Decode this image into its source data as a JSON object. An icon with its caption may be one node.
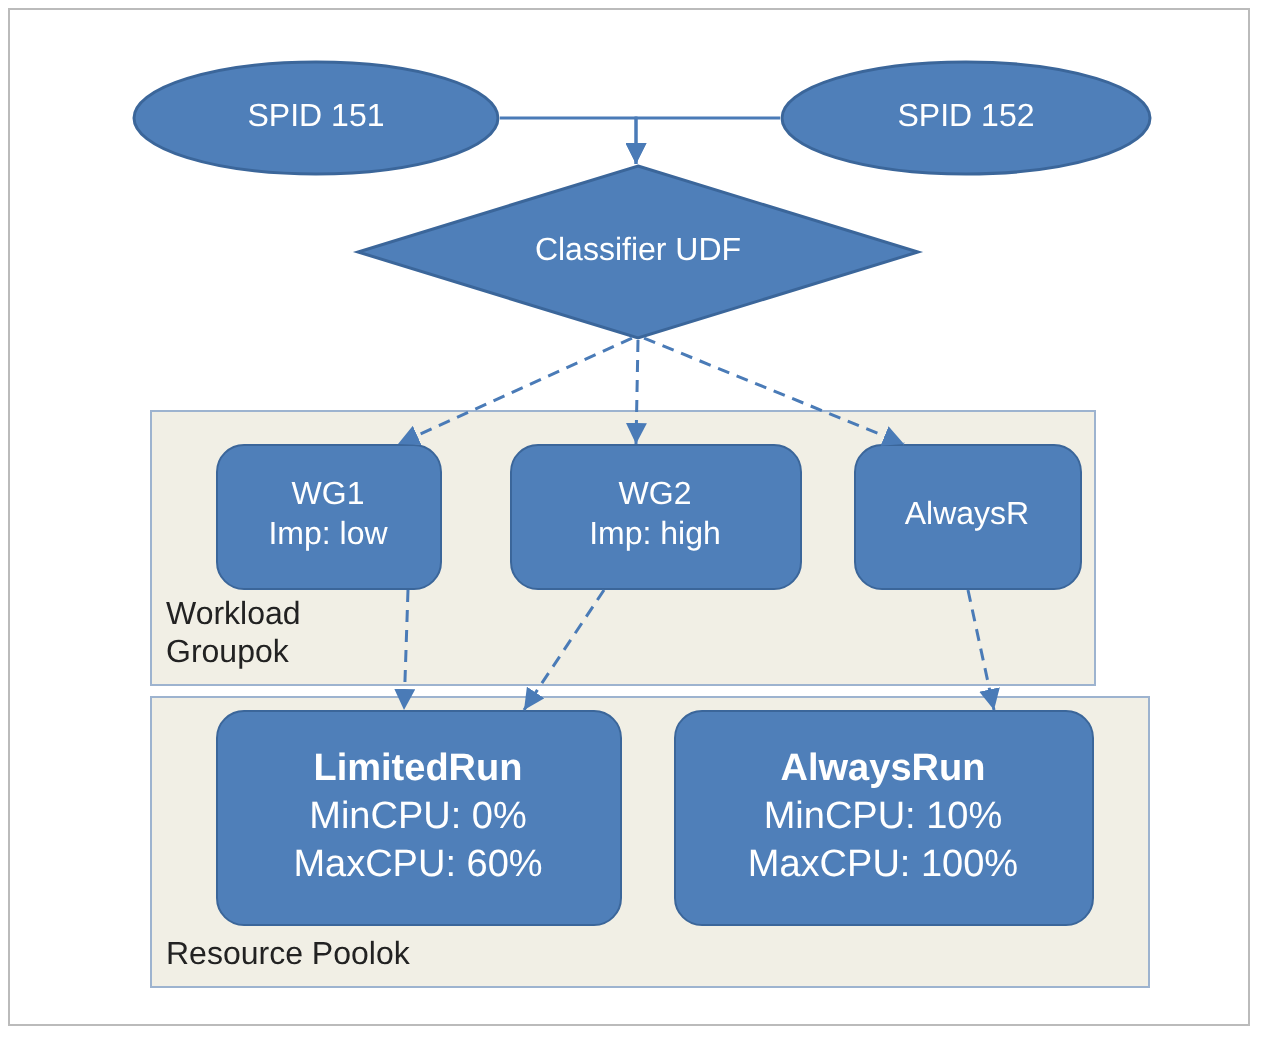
{
  "diagram": {
    "nodes": [
      {
        "text": [
          "SPID 151"
        ]
      },
      {
        "text": [
          "SPID 152"
        ]
      },
      {
        "text": [
          "Classifier UDF"
        ]
      },
      {
        "text": [
          "Workload Groupok"
        ]
      },
      {
        "text": [
          "WG1",
          "Imp: low"
        ],
        "in": 3
      },
      {
        "text": [
          "WG2",
          "Imp: high"
        ],
        "in": 3
      },
      {
        "text": [
          "AlwaysR"
        ],
        "in": 3
      },
      {
        "text": [
          "Resource Poolok"
        ]
      },
      {
        "text": [
          "LimitedRun",
          "MinCPU: 0%",
          "MaxCPU: 60%"
        ],
        "in": 7
      },
      {
        "text": [
          "AlwaysRun",
          "MinCPU: 10%",
          "MaxCPU: 100%"
        ],
        "in": 7
      }
    ],
    "edges": [
      {
        "from": 0,
        "to": 2,
        "arrow": "to"
      },
      {
        "from": 1,
        "to": 2,
        "arrow": "to"
      },
      {
        "from": 2,
        "to": 4,
        "arrow": "to",
        "style": "dashed"
      },
      {
        "from": 2,
        "to": 5,
        "arrow": "to",
        "style": "dashed"
      },
      {
        "from": 2,
        "to": 6,
        "arrow": "to",
        "style": "dashed"
      },
      {
        "from": 4,
        "to": 8,
        "arrow": "to",
        "style": "dashed"
      },
      {
        "from": 5,
        "to": 8,
        "arrow": "to",
        "style": "dashed"
      },
      {
        "from": 6,
        "to": 9,
        "arrow": "to",
        "style": "dashed"
      }
    ]
  }
}
